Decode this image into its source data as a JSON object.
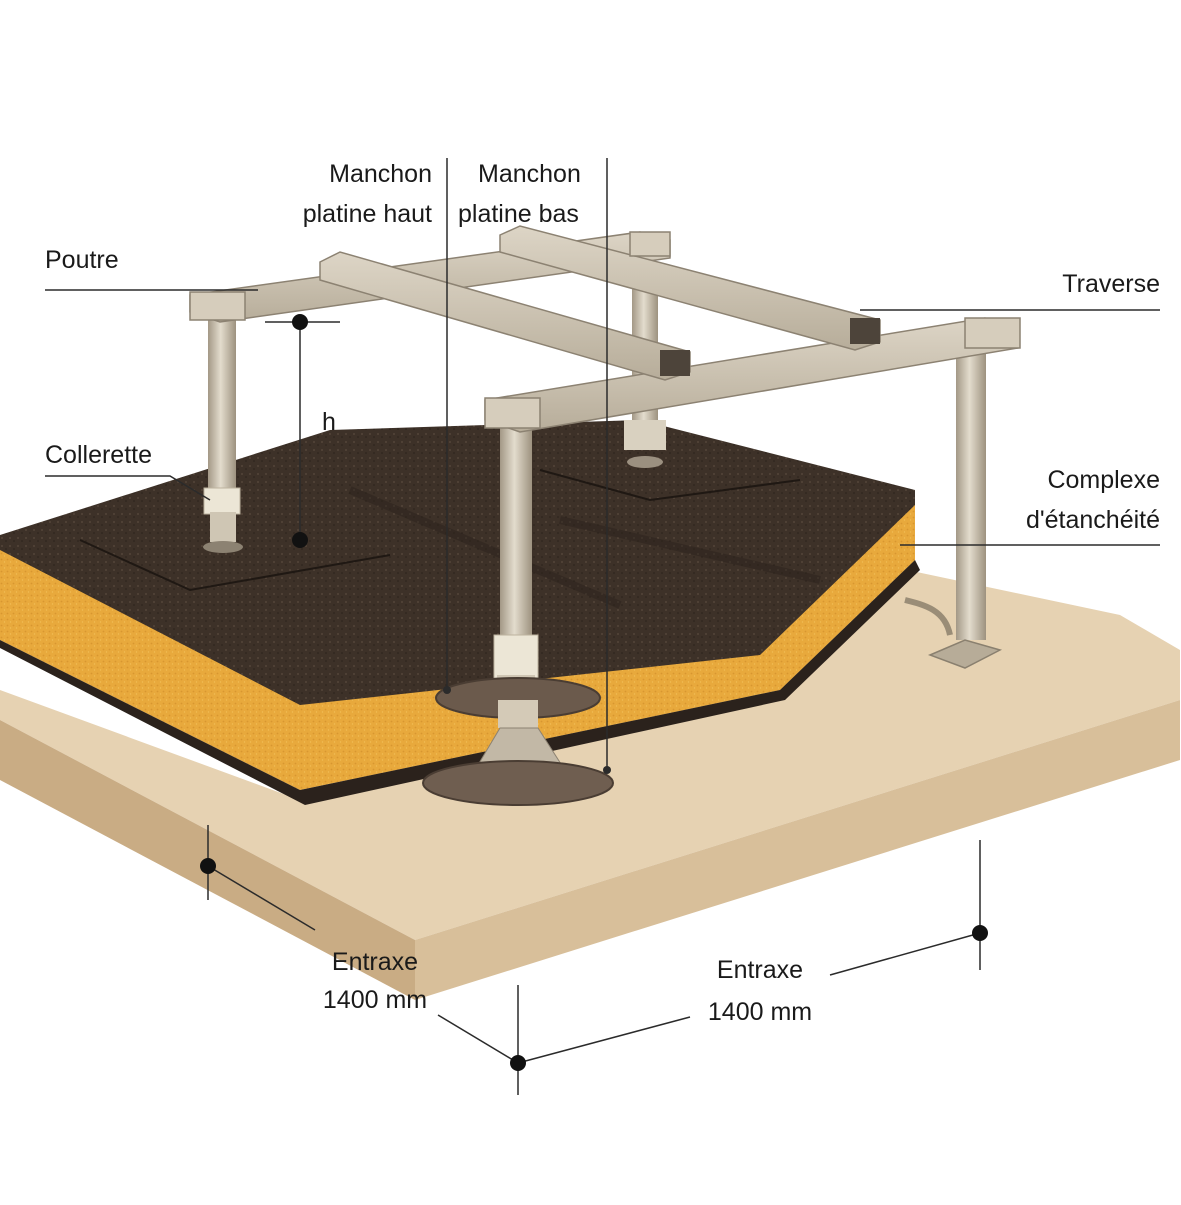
{
  "labels": {
    "manchon_haut_1": "Manchon",
    "manchon_haut_2": "platine haut",
    "manchon_bas_1": "Manchon",
    "manchon_bas_2": "platine bas",
    "poutre": "Poutre",
    "traverse": "Traverse",
    "h": "h",
    "collerette": "Collerette",
    "complexe_1": "Complexe",
    "complexe_2": "d'étanchéité",
    "entraxe_left_1": "Entraxe",
    "entraxe_left_2": "1400 mm",
    "entraxe_right_1": "Entraxe",
    "entraxe_right_2": "1400 mm"
  },
  "colors": {
    "slab_top": "#e6d2b2",
    "slab_side": "#d2b690",
    "slab_front": "#c9ac84",
    "insulation": "#e8a93c",
    "membrane": "#3b2f27",
    "steel": "#c9bfae",
    "steel_dark": "#a29784",
    "collar": "#ece6d6",
    "plate": "#6b5a4c"
  }
}
